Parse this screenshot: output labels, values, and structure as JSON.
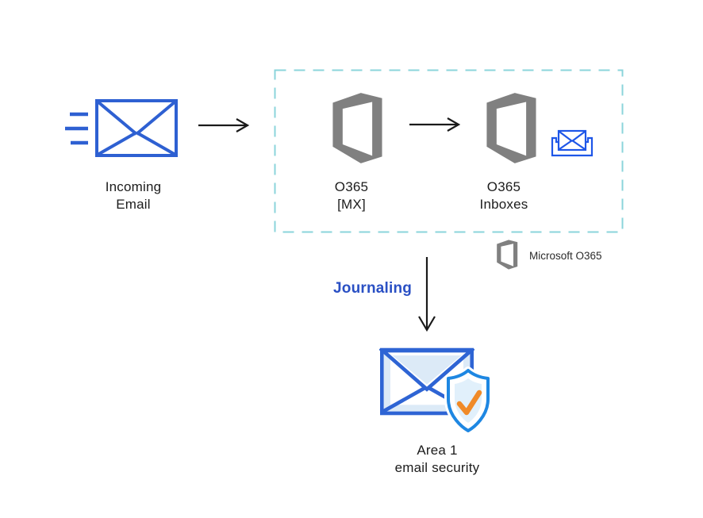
{
  "nodes": {
    "incoming_email": {
      "line1": "Incoming",
      "line2": "Email"
    },
    "o365_mx": {
      "line1": "O365",
      "line2": "[MX]"
    },
    "o365_inboxes": {
      "line1": "O365",
      "line2": "Inboxes"
    },
    "area1": {
      "line1": "Area 1",
      "line2": "email security"
    }
  },
  "annotations": {
    "journaling": "Journaling"
  },
  "legend": {
    "microsoft_o365": "Microsoft O365"
  },
  "icons": {
    "speed_lines": "speed-lines-icon",
    "incoming_envelope": "envelope-icon",
    "office365_logo": "office365-logo-icon",
    "inbox_tray": "inbox-tray-icon",
    "arrow_right": "arrow-right-icon",
    "arrow_down": "arrow-down-icon",
    "area1_envelope": "envelope-icon",
    "shield_check": "shield-check-icon"
  },
  "colors": {
    "royal_blue": "#2E60D2",
    "bright_blue": "#1E56E8",
    "office_gray": "#808080",
    "dashed_teal": "#8BD4DB",
    "journaling_blue": "#2A50C4",
    "shield_blue": "#1E87E2",
    "check_orange": "#F08A28",
    "arrow_black": "#1A1A1A",
    "light_blue_fill": "#DCEAF7",
    "shield_fill": "#E7F3FC"
  }
}
